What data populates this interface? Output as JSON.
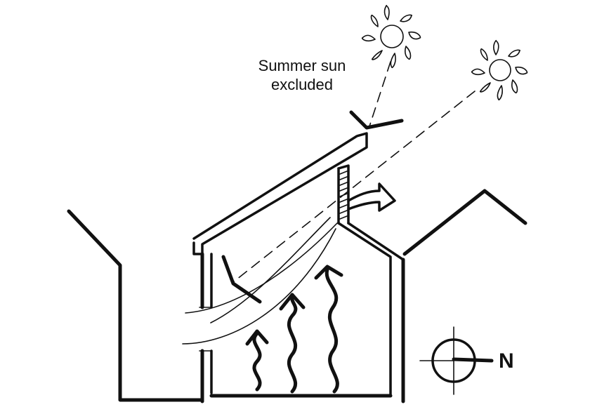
{
  "annotation": {
    "line1": "Summer sun",
    "line2": "excluded"
  },
  "compass": {
    "label": "N"
  },
  "icons": {
    "sun_left": "sun-icon",
    "sun_right": "sun-icon",
    "compass": "compass-icon",
    "outflow_arrow": "outflow-arrow-icon"
  }
}
